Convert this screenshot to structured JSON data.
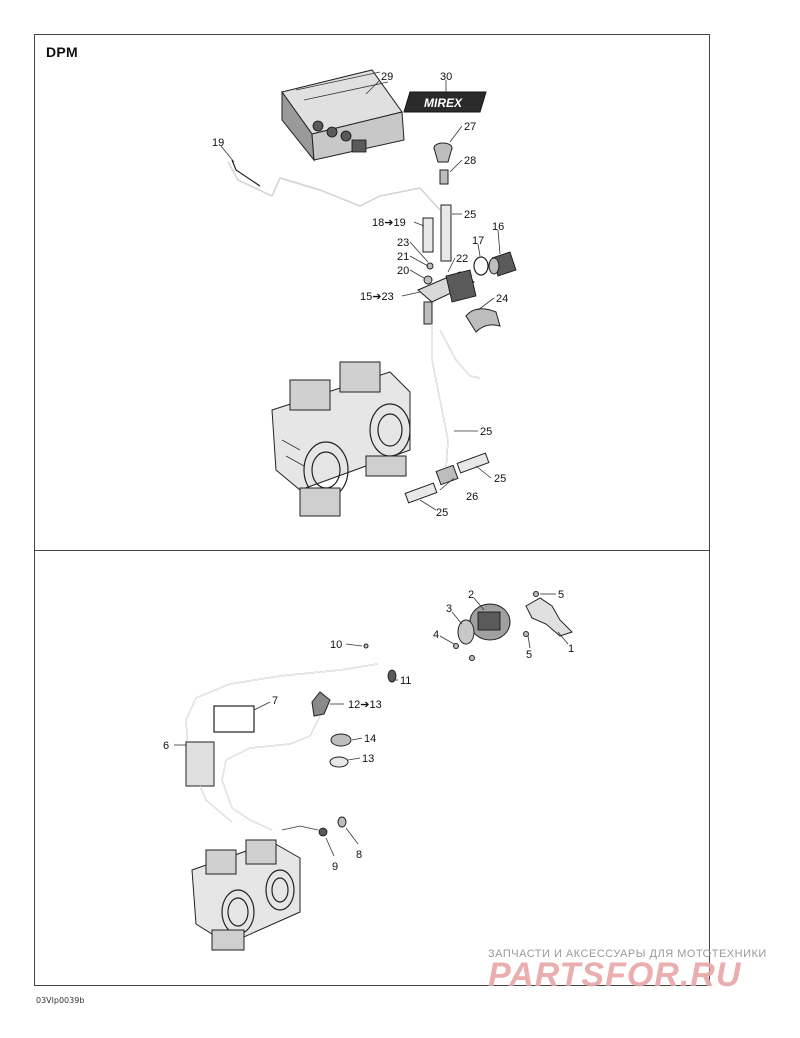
{
  "section_title": "DPM",
  "drawing_code": "03Vlp0039b",
  "watermark": {
    "top_line": "ЗАПЧАСТИ И АКСЕССУАРЫ ДЛЯ МОТОТЕХНИКИ",
    "logo": "PARTSFOR.RU"
  },
  "decal_text": "MIREX",
  "callouts_top": [
    "29",
    "30",
    "27",
    "28",
    "19",
    "25",
    "18➔19",
    "16",
    "23",
    "17",
    "21",
    "22",
    "20",
    "15➔23",
    "24",
    "25",
    "25",
    "26",
    "25"
  ],
  "callouts_bottom": [
    "5",
    "2",
    "3",
    "4",
    "1",
    "5",
    "10",
    "11",
    "7",
    "12➔13",
    "6",
    "14",
    "13",
    "8",
    "9"
  ]
}
